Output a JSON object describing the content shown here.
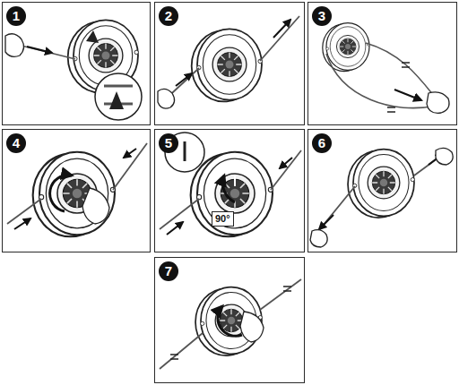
{
  "diagram": {
    "nodes": [
      {
        "text": [
          "1"
        ]
      },
      {
        "text": [
          "2"
        ]
      },
      {
        "text": [
          "3"
        ]
      },
      {
        "text": [
          "4"
        ]
      },
      {
        "text": [
          "5"
        ]
      },
      {
        "text": [
          "6"
        ]
      },
      {
        "text": [
          "7"
        ]
      }
    ],
    "labels": [
      "90°"
    ]
  }
}
